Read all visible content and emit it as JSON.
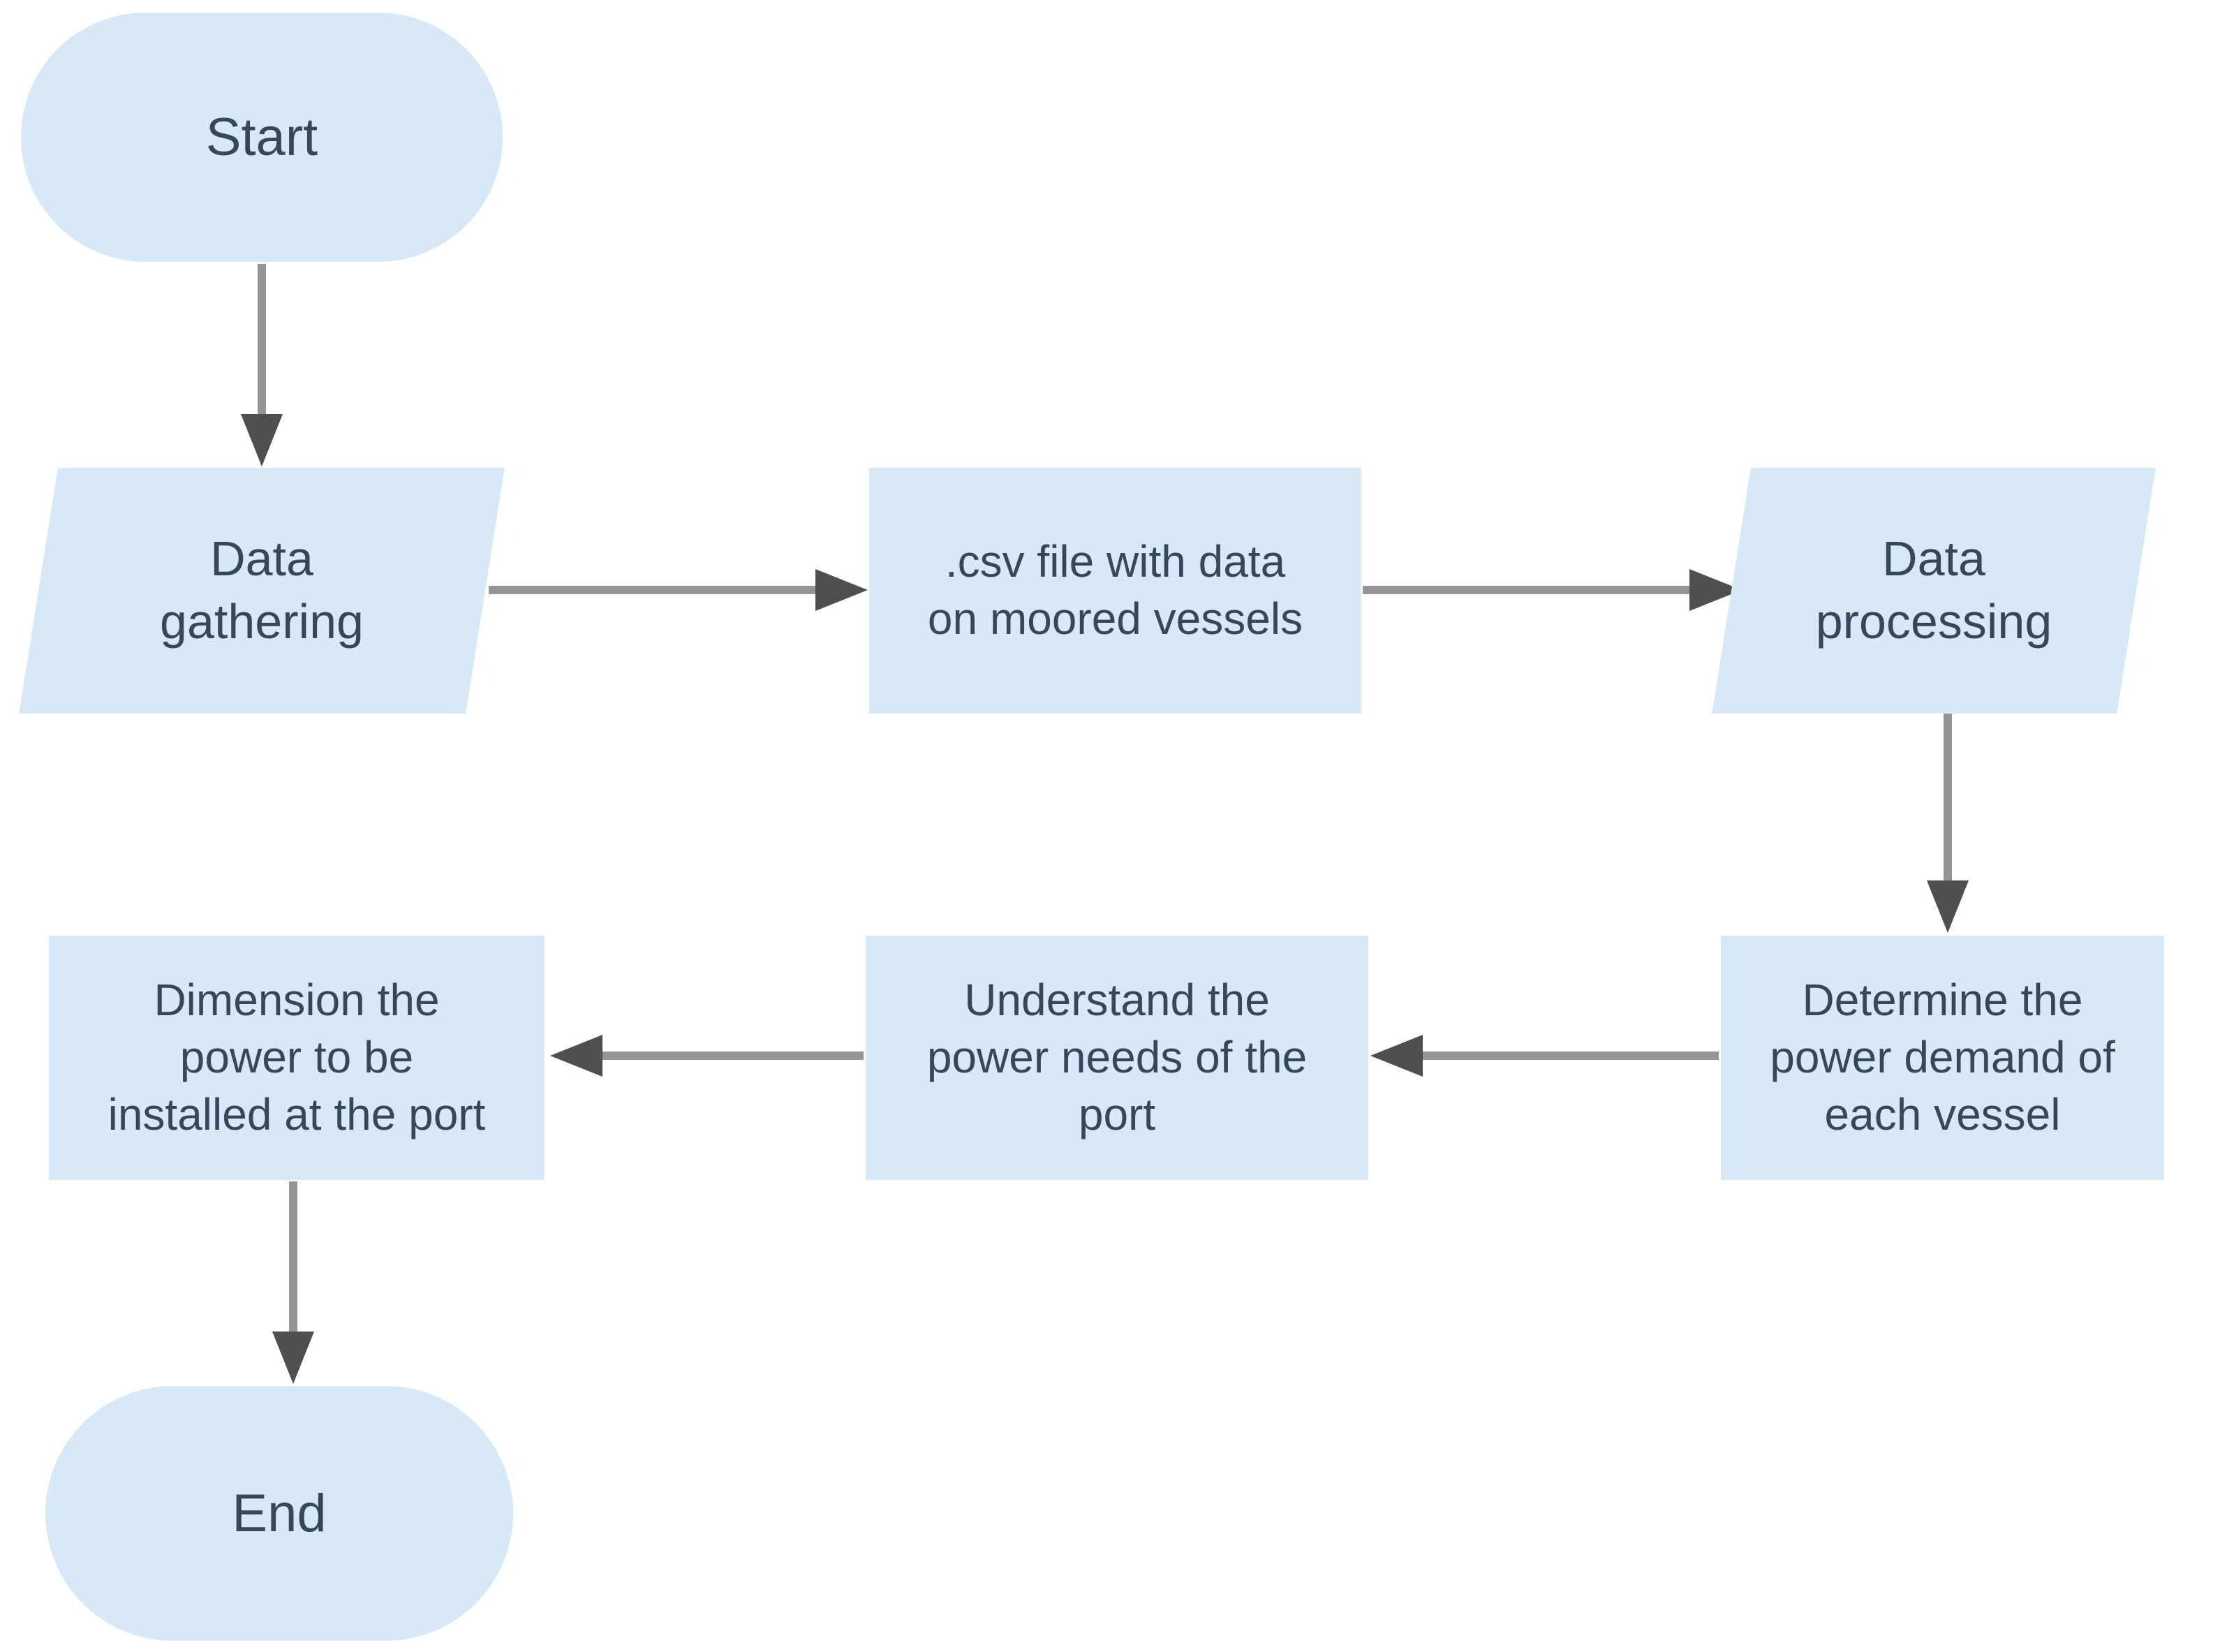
{
  "diagram": {
    "type": "flowchart",
    "background": "#ffffff",
    "colors": {
      "node_fill": "#d7e9f6",
      "node_text": "#35485a",
      "arrow_shaft": "#939598",
      "arrow_head": "#4d4f50"
    },
    "nodes": [
      {
        "id": "start",
        "shape": "terminator",
        "label": "Start"
      },
      {
        "id": "data-gathering",
        "shape": "parallelogram",
        "label": "Data\ngathering"
      },
      {
        "id": "csv-file",
        "shape": "rectangle",
        "label": ".csv file with data\non moored vessels"
      },
      {
        "id": "data-processing",
        "shape": "parallelogram",
        "label": "Data\nprocessing"
      },
      {
        "id": "determine-power-demand",
        "shape": "rectangle",
        "label": "Determine the\npower demand of\neach vessel"
      },
      {
        "id": "understand-power-needs",
        "shape": "rectangle",
        "label": "Understand the\npower needs of the\nport"
      },
      {
        "id": "dimension-power",
        "shape": "rectangle",
        "label": "Dimension the\npower to be\ninstalled at the port"
      },
      {
        "id": "end",
        "shape": "terminator",
        "label": "End"
      }
    ],
    "edges": [
      {
        "from": "start",
        "to": "data-gathering"
      },
      {
        "from": "data-gathering",
        "to": "csv-file"
      },
      {
        "from": "csv-file",
        "to": "data-processing"
      },
      {
        "from": "data-processing",
        "to": "determine-power-demand"
      },
      {
        "from": "determine-power-demand",
        "to": "understand-power-needs"
      },
      {
        "from": "understand-power-needs",
        "to": "dimension-power"
      },
      {
        "from": "dimension-power",
        "to": "end"
      }
    ]
  }
}
